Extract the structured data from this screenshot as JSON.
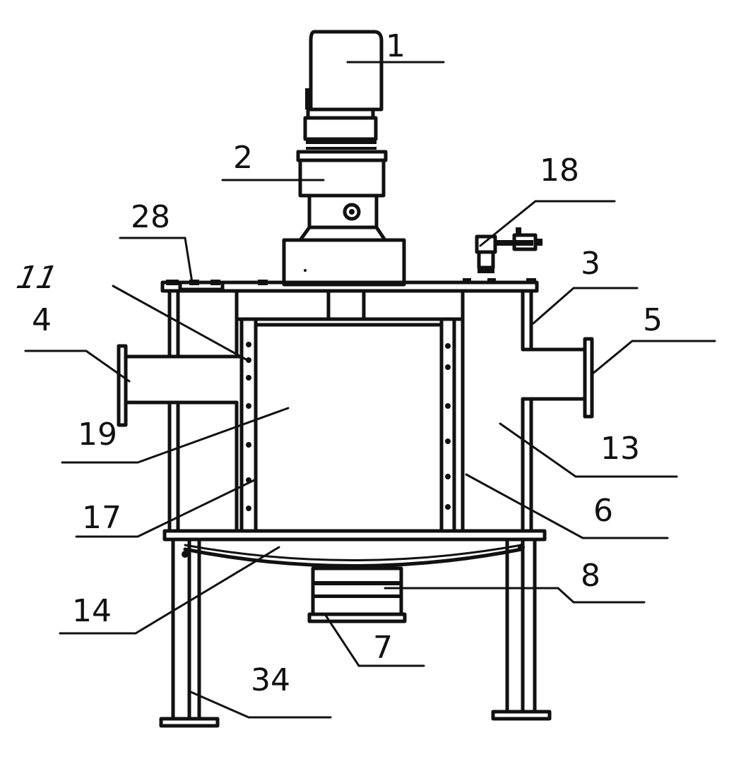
{
  "labels": {
    "l1": "1",
    "l2": "2",
    "l3": "3",
    "l4": "4",
    "l5": "5",
    "l6": "6",
    "l7": "7",
    "l8": "8",
    "l11": "11",
    "l13": "13",
    "l14": "14",
    "l17": "17",
    "l18": "18",
    "l19": "19",
    "l28": "28",
    "l34": "34"
  }
}
